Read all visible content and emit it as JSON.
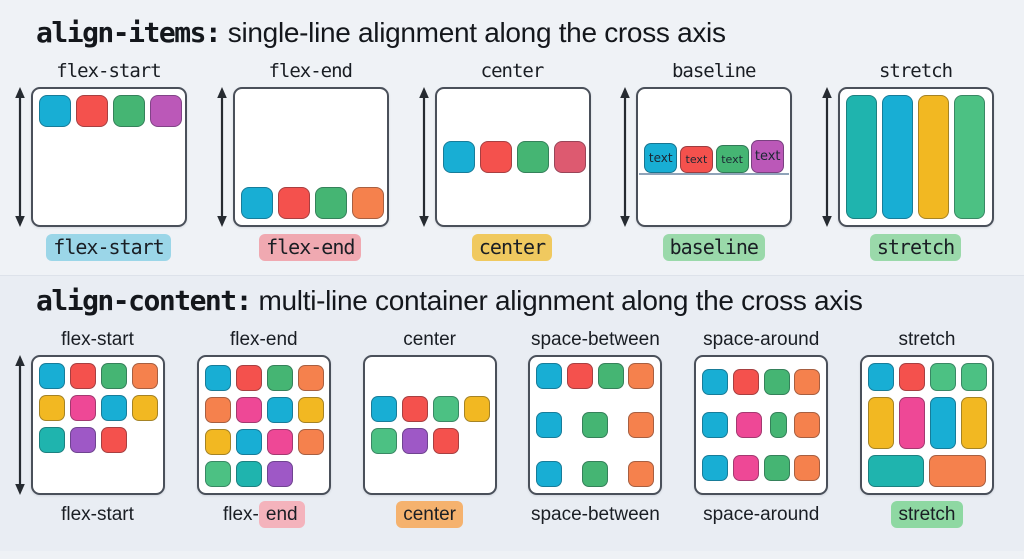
{
  "colors": {
    "cyan": "#18aed4",
    "red": "#f4514d",
    "green": "#45b573",
    "purple": "#bb58b8",
    "violet": "#9e58c6",
    "orange": "#f5814d",
    "yellow": "#f2b822",
    "pink": "#ee4896",
    "teal": "#1fb4ae",
    "rose": "#dd5a70",
    "mint": "#4cc183"
  },
  "highlights": {
    "blue_pill": "#9bd6e8",
    "pink_pill": "#f0a9b1",
    "gold_pill": "#f0c95f",
    "green_pill": "#9ad9aa",
    "orange_pill": "#f5b26e",
    "pink_part": "#f4b3bc",
    "green_part": "#8ed8a2"
  },
  "sections": [
    {
      "title_property": "align-items:",
      "title_rest": " single-line alignment along the cross axis",
      "panels": [
        {
          "name": "flex-start",
          "top_label": "flex-start",
          "arrow": true,
          "demo": {
            "mode": "row",
            "align": "flex-start",
            "items": [
              "cyan",
              "red",
              "green",
              "purple"
            ]
          },
          "bottom_label": [
            {
              "text": "flex-start",
              "bg": "#9bd6e8"
            }
          ]
        },
        {
          "name": "flex-end",
          "top_label": "flex-end",
          "arrow": true,
          "demo": {
            "mode": "row",
            "align": "flex-end",
            "items": [
              "cyan",
              "red",
              "green",
              "orange"
            ]
          },
          "bottom_label": [
            {
              "text": "flex-end",
              "bg": "#f0a9b1"
            }
          ]
        },
        {
          "name": "center",
          "top_label": "center",
          "arrow": true,
          "demo": {
            "mode": "row",
            "align": "center",
            "items": [
              "cyan",
              "red",
              "green",
              "rose"
            ]
          },
          "bottom_label": [
            {
              "text": "center",
              "bg": "#f0c95f"
            }
          ]
        },
        {
          "name": "baseline",
          "top_label": "baseline",
          "arrow": true,
          "demo": {
            "mode": "baseline",
            "item_text": "text",
            "items": [
              {
                "color": "cyan",
                "h": 30,
                "fs": 12
              },
              {
                "color": "red",
                "h": 27,
                "fs": 11
              },
              {
                "color": "green",
                "h": 28,
                "fs": 11
              },
              {
                "color": "purple",
                "h": 33,
                "fs": 13
              }
            ]
          },
          "bottom_label": [
            {
              "text": "baseline",
              "bg": "#9ad9aa"
            }
          ]
        },
        {
          "name": "stretch",
          "top_label": "stretch",
          "arrow": true,
          "demo": {
            "mode": "bars",
            "items": [
              "teal",
              "cyan",
              "yellow",
              "mint"
            ]
          },
          "bottom_label": [
            {
              "text": "stretch",
              "bg": "#9ad9aa"
            }
          ]
        }
      ]
    },
    {
      "title_property": "align-content:",
      "title_rest": " multi-line container alignment along the cross axis",
      "panels": [
        {
          "name": "flex-start",
          "top_label": "flex-start",
          "arrow": true,
          "demo": {
            "mode": "rows",
            "justify": "flex-start",
            "row_justify": "start",
            "rows": [
              {
                "items": [
                  "cyan",
                  "red",
                  "green",
                  "orange"
                ]
              },
              {
                "items": [
                  "yellow",
                  "pink",
                  "cyan",
                  "yellow"
                ]
              },
              {
                "items": [
                  "teal",
                  "violet",
                  "red"
                ]
              }
            ]
          },
          "bottom_label": [
            {
              "text": "flex-start"
            }
          ]
        },
        {
          "name": "flex-end",
          "top_label": "flex-end",
          "arrow": false,
          "demo": {
            "mode": "rows",
            "justify": "flex-end",
            "row_justify": "start",
            "rows": [
              {
                "items": [
                  "cyan",
                  "red",
                  "green",
                  "orange"
                ]
              },
              {
                "items": [
                  "orange",
                  "pink",
                  "cyan",
                  "yellow"
                ]
              },
              {
                "items": [
                  "yellow",
                  "cyan",
                  "pink",
                  "orange"
                ]
              },
              {
                "items": [
                  "mint",
                  "teal",
                  "violet"
                ]
              }
            ]
          },
          "bottom_label": [
            {
              "text": "flex-"
            },
            {
              "text": "end",
              "bg": "#f4b3bc"
            }
          ]
        },
        {
          "name": "center",
          "top_label": "center",
          "arrow": false,
          "demo": {
            "mode": "rows",
            "justify": "center",
            "row_justify": "start",
            "rows": [
              {
                "items": [
                  "cyan",
                  "red",
                  "mint",
                  "yellow"
                ]
              },
              {
                "items": [
                  "mint",
                  "violet",
                  "red"
                ]
              }
            ]
          },
          "bottom_label": [
            {
              "text": "center",
              "bg": "#f5b26e"
            }
          ]
        },
        {
          "name": "space-between",
          "top_label": "space-between",
          "arrow": false,
          "demo": {
            "mode": "rows",
            "justify": "space-between",
            "row_justify": "between",
            "rows": [
              {
                "items": [
                  "cyan",
                  "red",
                  "green",
                  "orange"
                ]
              },
              {
                "items": [
                  "cyan",
                  "green",
                  "orange"
                ]
              },
              {
                "items": [
                  "cyan",
                  "green",
                  "orange"
                ]
              }
            ]
          },
          "bottom_label": [
            {
              "text": "space-between"
            }
          ]
        },
        {
          "name": "space-around",
          "top_label": "space-around",
          "arrow": false,
          "demo": {
            "mode": "rows",
            "justify": "space-around",
            "row_justify": "between",
            "rows": [
              {
                "items": [
                  "cyan",
                  "red",
                  "green",
                  "orange"
                ]
              },
              {
                "items": [
                  "cyan",
                  "pink",
                  {
                    "color": "green",
                    "w": 17
                  },
                  "orange"
                ]
              },
              {
                "items": [
                  "cyan",
                  "pink",
                  "green",
                  "orange"
                ]
              }
            ]
          },
          "bottom_label": [
            {
              "text": "space-around"
            }
          ]
        },
        {
          "name": "stretch",
          "top_label": "stretch",
          "arrow": false,
          "demo": {
            "mode": "rows",
            "justify": "space-between",
            "row_justify": "start",
            "rows": [
              {
                "h": 28,
                "items": [
                  "cyan",
                  "red",
                  "mint",
                  "mint"
                ]
              },
              {
                "h": 52,
                "items": [
                  "yellow",
                  "pink",
                  "cyan",
                  "yellow"
                ]
              },
              {
                "h": 32,
                "items": [
                  {
                    "color": "teal",
                    "wide": true
                  },
                  {
                    "color": "orange",
                    "wide": true
                  }
                ]
              }
            ]
          },
          "bottom_label": [
            {
              "text": "stretch",
              "bg": "#8ed8a2"
            }
          ]
        }
      ]
    }
  ]
}
